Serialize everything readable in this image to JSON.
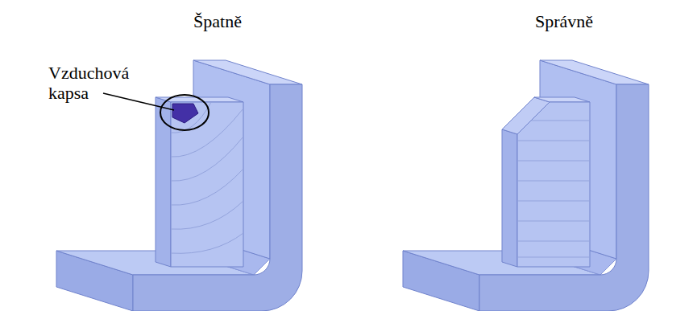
{
  "diagram": {
    "labels": [
      "Špatně",
      "Správně",
      "Vzduchová kapsa"
    ]
  }
}
